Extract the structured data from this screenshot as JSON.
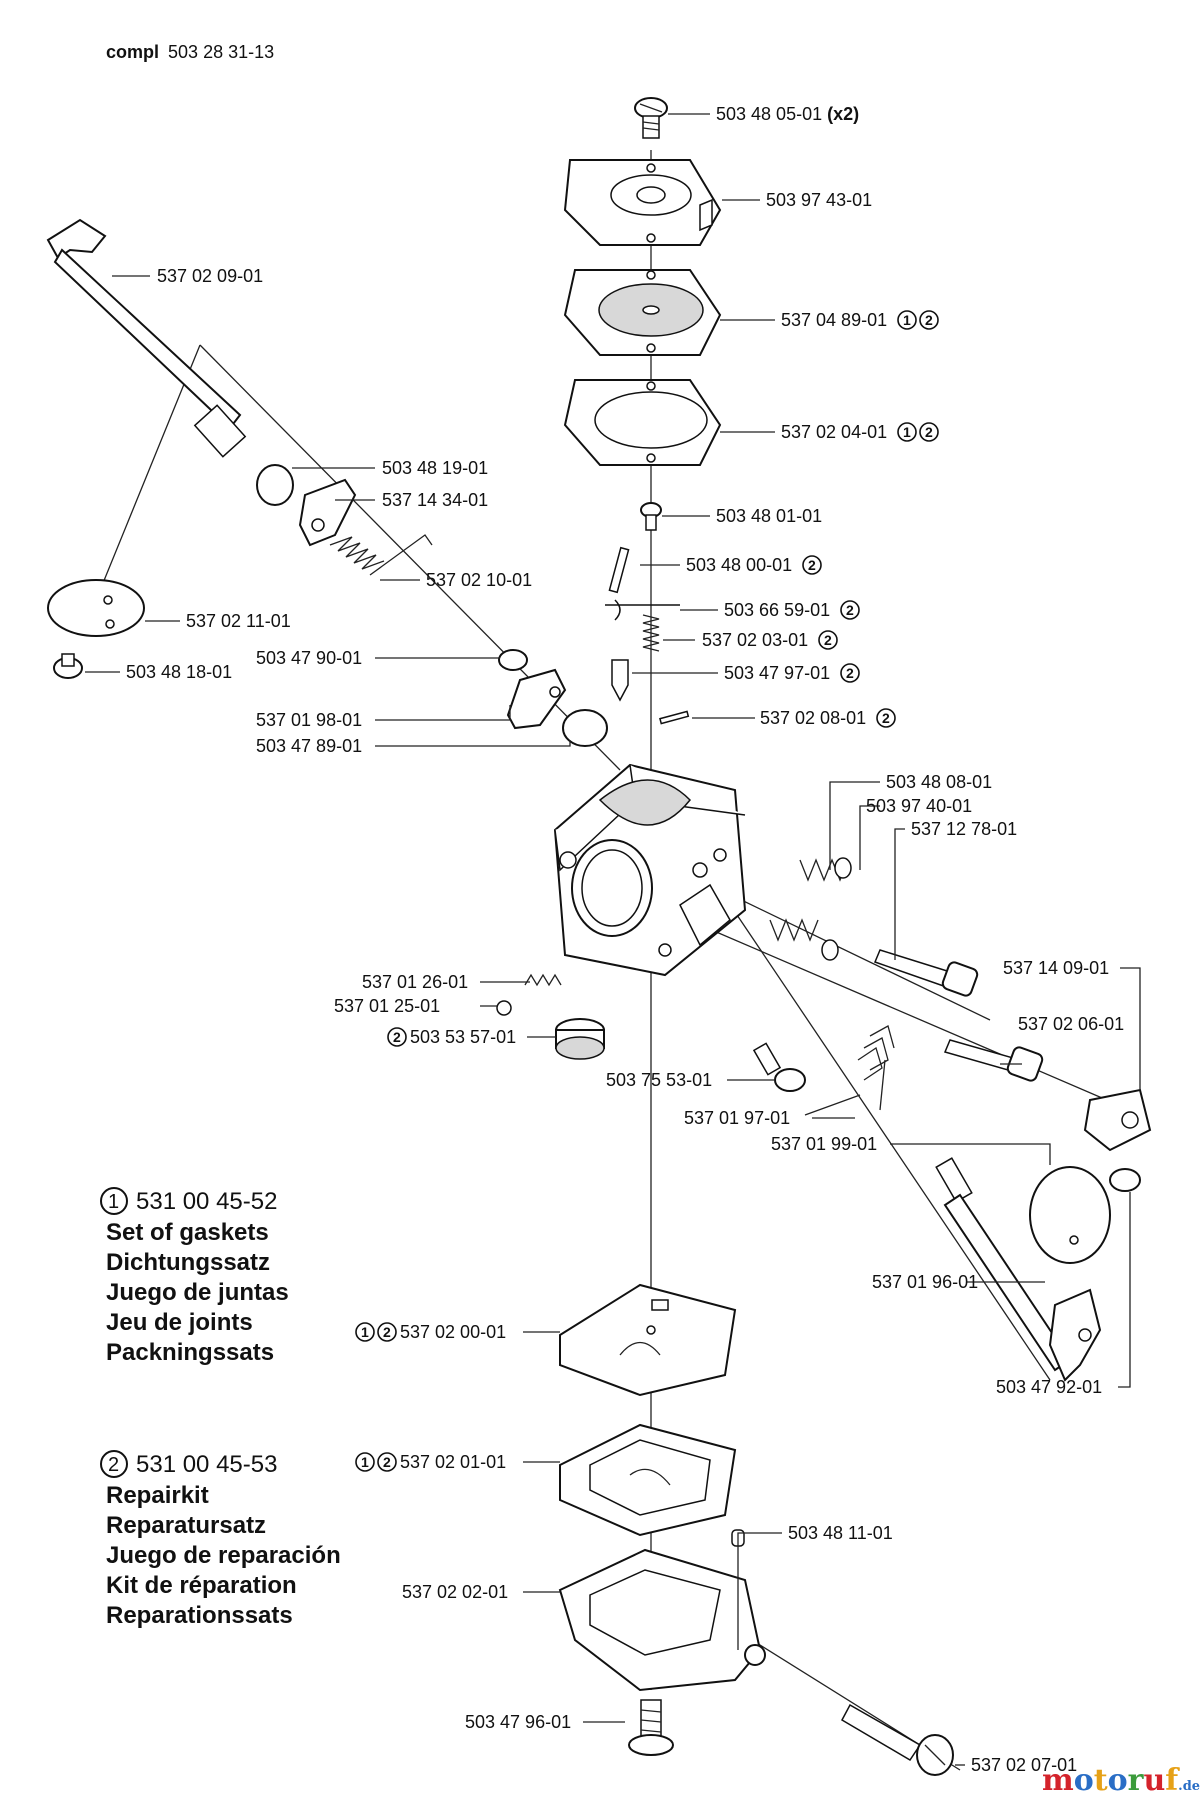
{
  "header": {
    "prefix": "compl",
    "number": "503 28 31-13"
  },
  "parts": [
    {
      "id": "p01",
      "number": "503 48 05-01",
      "suffix": "(x2)",
      "badges": []
    },
    {
      "id": "p02",
      "number": "503 97 43-01",
      "badges": []
    },
    {
      "id": "p03",
      "number": "537 04 89-01",
      "badges": [
        "1",
        "2"
      ]
    },
    {
      "id": "p04",
      "number": "537 02 09-01",
      "badges": []
    },
    {
      "id": "p05",
      "number": "537 02 04-01",
      "badges": [
        "1",
        "2"
      ]
    },
    {
      "id": "p06",
      "number": "503 48 19-01",
      "badges": []
    },
    {
      "id": "p07",
      "number": "537 14 34-01",
      "badges": []
    },
    {
      "id": "p08",
      "number": "503 48 01-01",
      "badges": []
    },
    {
      "id": "p09",
      "number": "503 48 00-01",
      "badges": [
        "2"
      ]
    },
    {
      "id": "p10",
      "number": "537 02 10-01",
      "badges": []
    },
    {
      "id": "p11",
      "number": "537 02 11-01",
      "badges": []
    },
    {
      "id": "p12",
      "number": "503 66 59-01",
      "badges": [
        "2"
      ]
    },
    {
      "id": "p13",
      "number": "537 02 03-01",
      "badges": [
        "2"
      ]
    },
    {
      "id": "p14",
      "number": "503 47 90-01",
      "badges": []
    },
    {
      "id": "p15",
      "number": "503 48 18-01",
      "badges": []
    },
    {
      "id": "p16",
      "number": "503 47 97-01",
      "badges": [
        "2"
      ]
    },
    {
      "id": "p17",
      "number": "537 02 08-01",
      "badges": [
        "2"
      ]
    },
    {
      "id": "p18",
      "number": "537 01 98-01",
      "badges": []
    },
    {
      "id": "p19",
      "number": "503 47 89-01",
      "badges": []
    },
    {
      "id": "p20",
      "number": "503 48 08-01",
      "badges": []
    },
    {
      "id": "p21",
      "number": "503 97 40-01",
      "badges": []
    },
    {
      "id": "p22",
      "number": "537 12 78-01",
      "badges": []
    },
    {
      "id": "p23",
      "number": "537 14 09-01",
      "badges": []
    },
    {
      "id": "p24",
      "number": "537 01 26-01",
      "badges": []
    },
    {
      "id": "p25",
      "number": "537 01 25-01",
      "badges": []
    },
    {
      "id": "p26",
      "number": "537 02 06-01",
      "badges": []
    },
    {
      "id": "p27",
      "number": "503 53 57-01",
      "badges": [
        "2"
      ]
    },
    {
      "id": "p28",
      "number": "503 75 53-01",
      "badges": []
    },
    {
      "id": "p29",
      "number": "537 01 97-01",
      "badges": []
    },
    {
      "id": "p30",
      "number": "537 01 99-01",
      "badges": []
    },
    {
      "id": "p31",
      "number": "537 01 96-01",
      "badges": []
    },
    {
      "id": "p32",
      "number": "537 02 00-01",
      "badges": [
        "1",
        "2"
      ]
    },
    {
      "id": "p33",
      "number": "503 47 92-01",
      "badges": []
    },
    {
      "id": "p34",
      "number": "537 02 01-01",
      "badges": [
        "1",
        "2"
      ]
    },
    {
      "id": "p35",
      "number": "503 48 11-01",
      "badges": []
    },
    {
      "id": "p36",
      "number": "537 02 02-01",
      "badges": []
    },
    {
      "id": "p37",
      "number": "503 47 96-01",
      "badges": []
    },
    {
      "id": "p38",
      "number": "537 02 07-01",
      "badges": []
    }
  ],
  "kits": [
    {
      "id": "k1",
      "badge": "1",
      "number": "531 00 45-52",
      "names": [
        "Set of gaskets",
        "Dichtungssatz",
        "Juego de juntas",
        "Jeu de joints",
        "Packningssats"
      ]
    },
    {
      "id": "k2",
      "badge": "2",
      "number": "531 00 45-53",
      "names": [
        "Repairkit",
        "Reparatursatz",
        "Juego de reparación",
        "Kit de réparation",
        "Reparationssats"
      ]
    }
  ],
  "watermark": {
    "name": "motoruf",
    "tld": ".de"
  }
}
